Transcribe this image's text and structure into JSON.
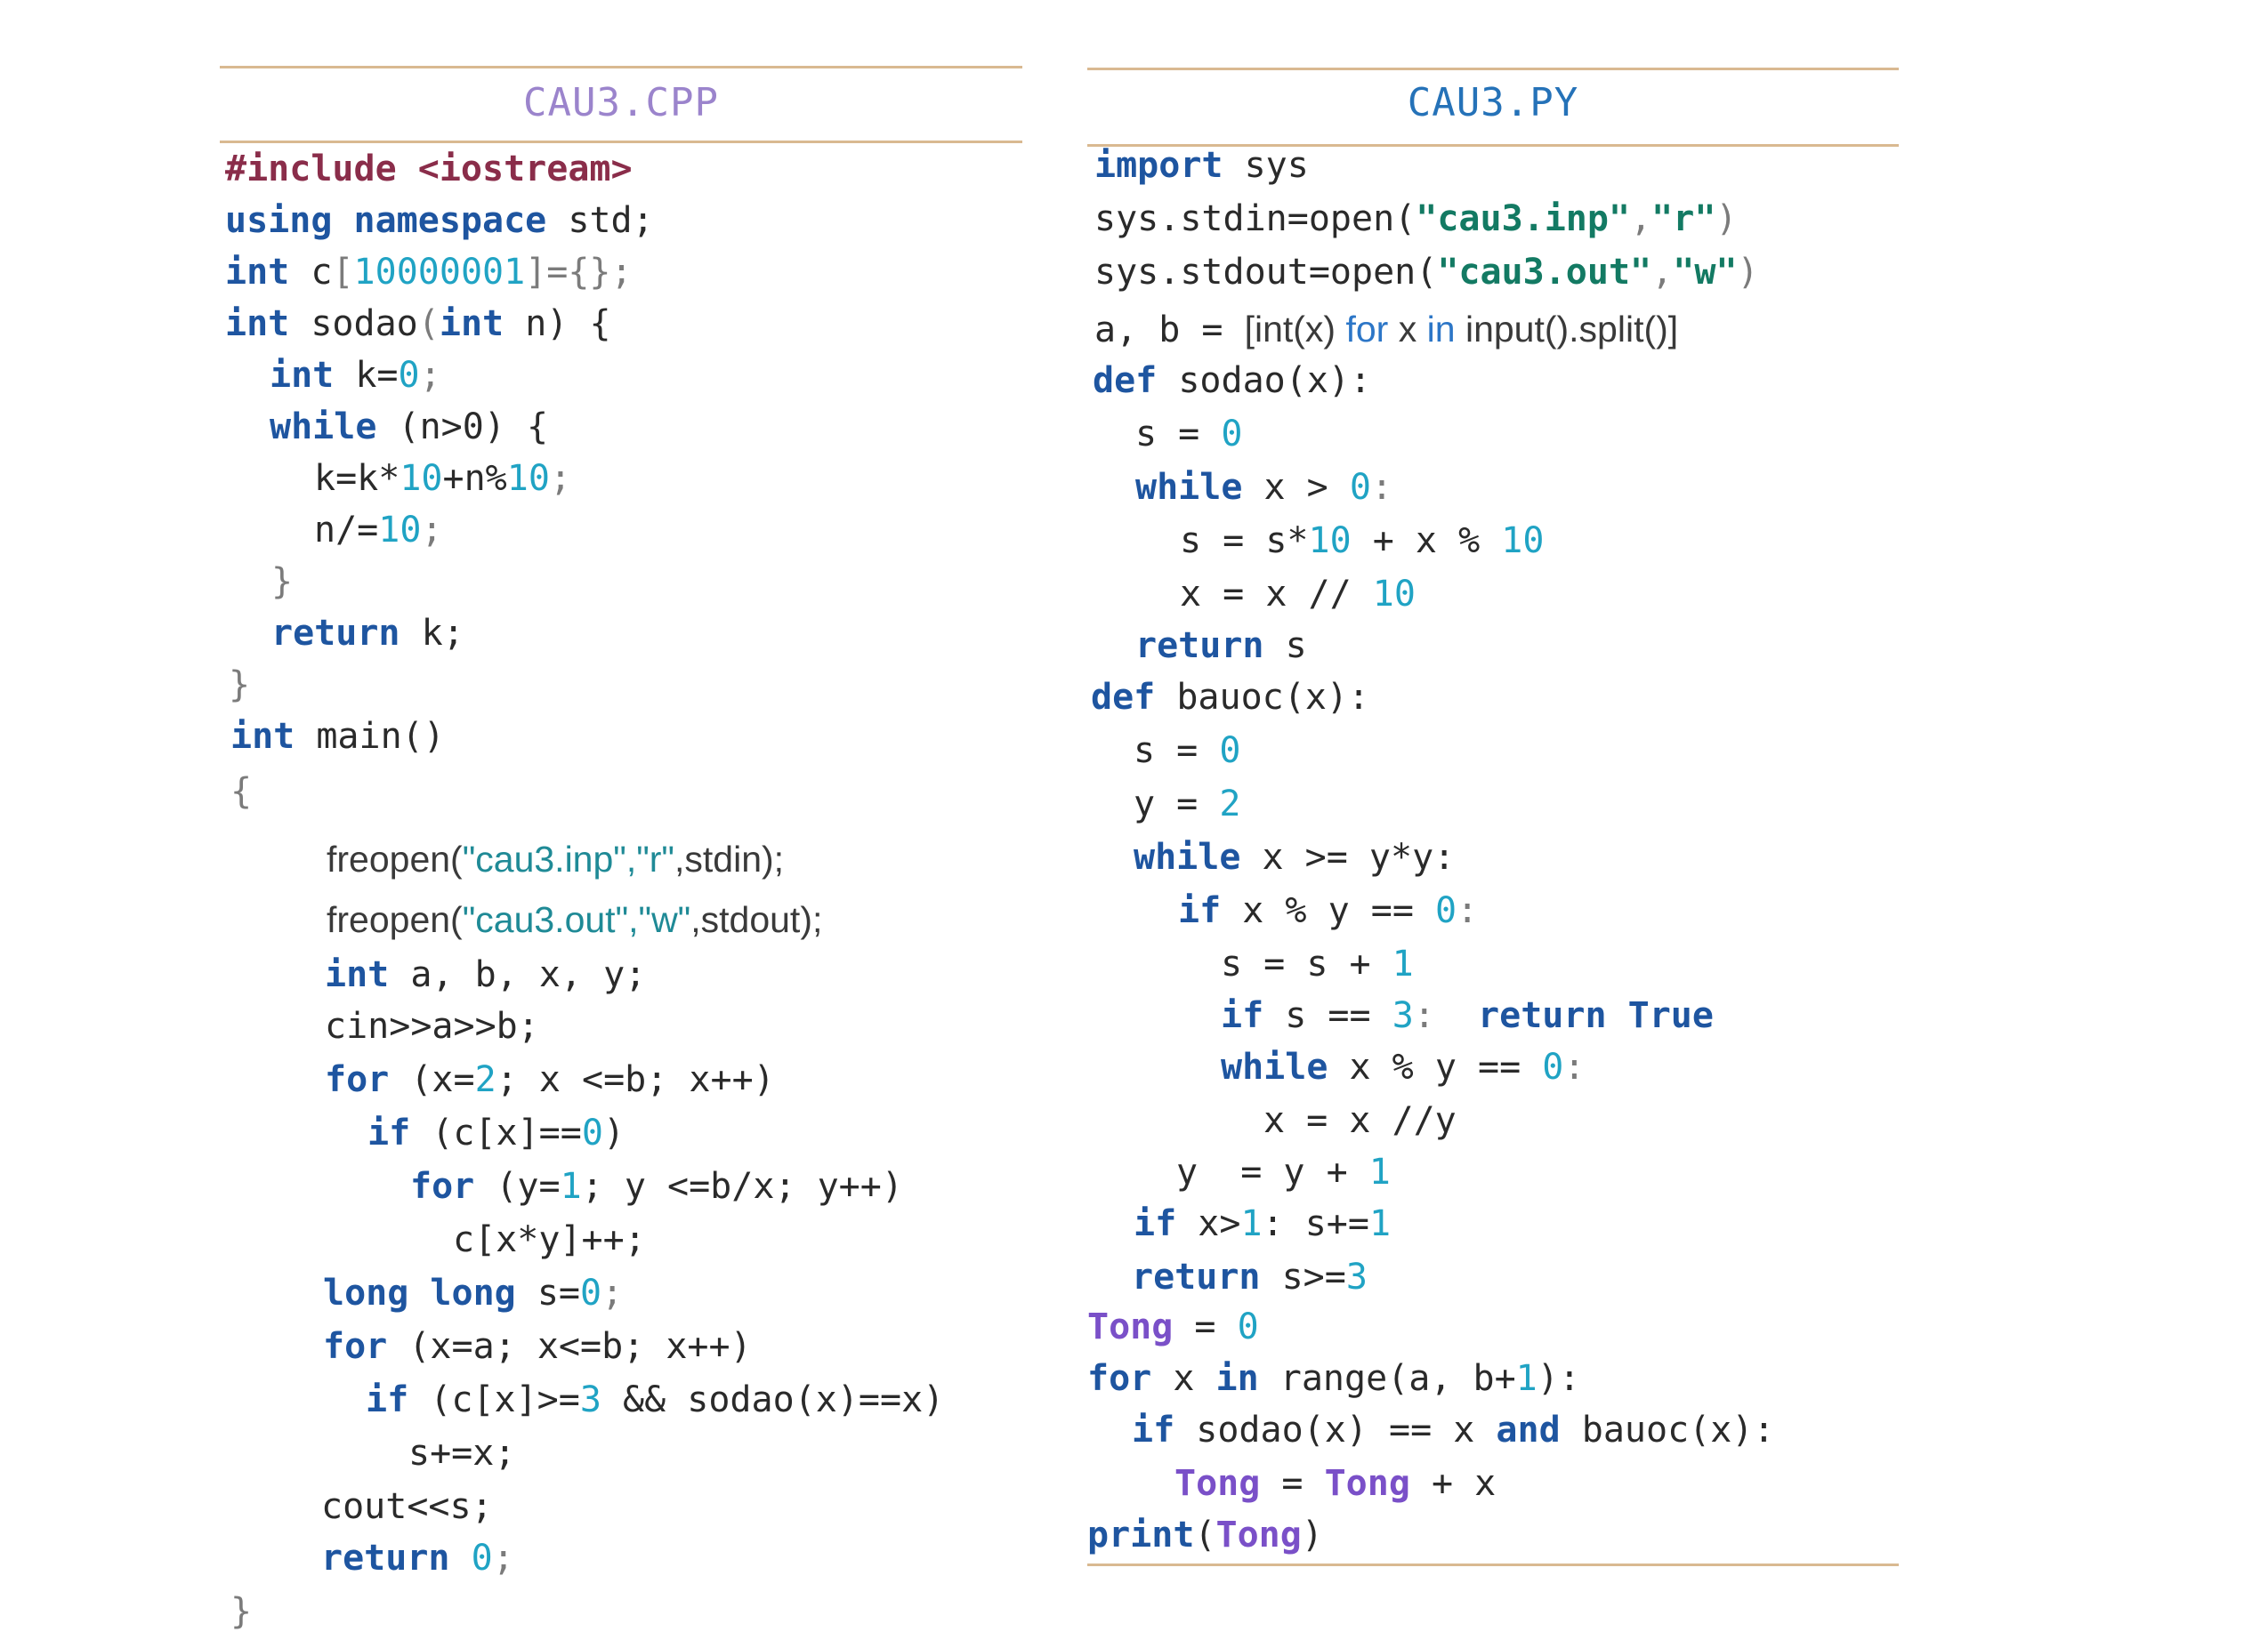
{
  "cpp": {
    "title": "CAU3.CPP",
    "l1_pp": "#include",
    "l1_hdr": "<iostream>",
    "l2_kw1": "using",
    "l2_kw2": "namespace",
    "l2_rest": "std;",
    "l3_kw": "int",
    "l3_name": "c",
    "l3_num": "10000001",
    "l3_tail": "]={};",
    "l4_kw": "int",
    "l4_name": "sodao",
    "l4_kw2": "int",
    "l4_rest": "n) {",
    "l5_kw": "int",
    "l5_a": "k=",
    "l5_num": "0",
    "l6_kw": "while",
    "l6_rest": "(n>0) {",
    "l7_a": "k=k*",
    "l7_n1": "10",
    "l7_b": "+n%",
    "l7_n2": "10",
    "l8_a": "n/=",
    "l8_num": "10",
    "l9": "}",
    "l10_kw": "return",
    "l10_rest": "k;",
    "l11": "}",
    "l12_kw": "int",
    "l12_rest": "main()",
    "l13": "{",
    "l14_a": "freopen(",
    "l14_s": "\"cau3.inp\",\"r\"",
    "l14_b": ",stdin);",
    "l15_a": "freopen(",
    "l15_s": "\"cau3.out\",\"w\"",
    "l15_b": ",stdout);",
    "l16_kw": "int",
    "l16_rest": "a, b, x, y;",
    "l17": "cin>>a>>b;",
    "l18_kw": "for",
    "l18_a": "(x=",
    "l18_num": "2",
    "l18_b": "; x <=b; x++)",
    "l19_kw": "if",
    "l19_a": "(c[x]==",
    "l19_num": "0",
    "l19_b": ")",
    "l20_kw": "for",
    "l20_a": "(y=",
    "l20_num": "1",
    "l20_b": "; y <=b/x; y++)",
    "l21": "c[x*y]++;",
    "l22_kw1": "long",
    "l22_kw2": "long",
    "l22_a": "s=",
    "l22_num": "0",
    "l23_kw": "for",
    "l23_rest": "(x=a; x<=b; x++)",
    "l24_kw": "if",
    "l24_a": "(c[x]>=",
    "l24_num": "3",
    "l24_b": " && sodao(x)==x)",
    "l25": "s+=x;",
    "l26": "cout<<s;",
    "l27_kw": "return",
    "l27_num": "0",
    "l28": "}"
  },
  "py": {
    "title": "CAU3.PY",
    "p1_kw": "import",
    "p1_rest": "sys",
    "p2_a": "sys.stdin=open(",
    "p2_s1": "\"cau3.inp\"",
    "p2_s2": "\"r\"",
    "p3_a": "sys.stdout=open(",
    "p3_s1": "\"cau3.out\"",
    "p3_s2": "\"w\"",
    "p4_a": "a, b = ",
    "p4_b": "[int(x) ",
    "p4_kw1": "for",
    "p4_c": " x ",
    "p4_kw2": "in",
    "p4_d": " input().split()]",
    "p5_kw": "def",
    "p5_rest": "sodao(x):",
    "p6_a": "s = ",
    "p6_num": "0",
    "p7_kw": "while",
    "p7_a": "x > ",
    "p7_num": "0",
    "p8_a": "s = s*",
    "p8_n1": "10",
    "p8_b": " + x % ",
    "p8_n2": "10",
    "p9_a": "x = x // ",
    "p9_num": "10",
    "p10_kw": "return",
    "p10_rest": "s",
    "p11_kw": "def",
    "p11_rest": "bauoc(x):",
    "p12_a": "s = ",
    "p12_num": "0",
    "p13_a": "y = ",
    "p13_num": "2",
    "p14_kw": "while",
    "p14_rest": "x >= y*y:",
    "p15_kw": "if",
    "p15_a": "x % y == ",
    "p15_num": "0",
    "p16_a": "s = s + ",
    "p16_num": "1",
    "p17_kw": "if",
    "p17_a": "s == ",
    "p17_num": "3",
    "p17_kw2": "return",
    "p17_kw3": "True",
    "p18_kw": "while",
    "p18_a": "x % y == ",
    "p18_num": "0",
    "p19": "x = x //y",
    "p20_a": "y  = y + ",
    "p20_num": "1",
    "p21_kw": "if",
    "p21_a": "x>",
    "p21_n1": "1",
    "p21_b": ": s+=",
    "p21_n2": "1",
    "p22_kw": "return",
    "p22_a": "s>=",
    "p22_num": "3",
    "p23_var": "Tong",
    "p23_a": " = ",
    "p23_num": "0",
    "p24_kw1": "for",
    "p24_a": "x ",
    "p24_kw2": "in",
    "p24_b": " range(a, b+",
    "p24_num": "1",
    "p24_c": "):",
    "p25_kw": "if",
    "p25_a": "sodao(x) == x ",
    "p25_kw2": "and",
    "p25_b": " bauoc(x):",
    "p26_v1": "Tong",
    "p26_a": " = ",
    "p26_v2": "Tong",
    "p26_b": " + x",
    "p27_kw": "print",
    "p27_a": "(",
    "p27_var": "Tong",
    "p27_b": ")"
  }
}
